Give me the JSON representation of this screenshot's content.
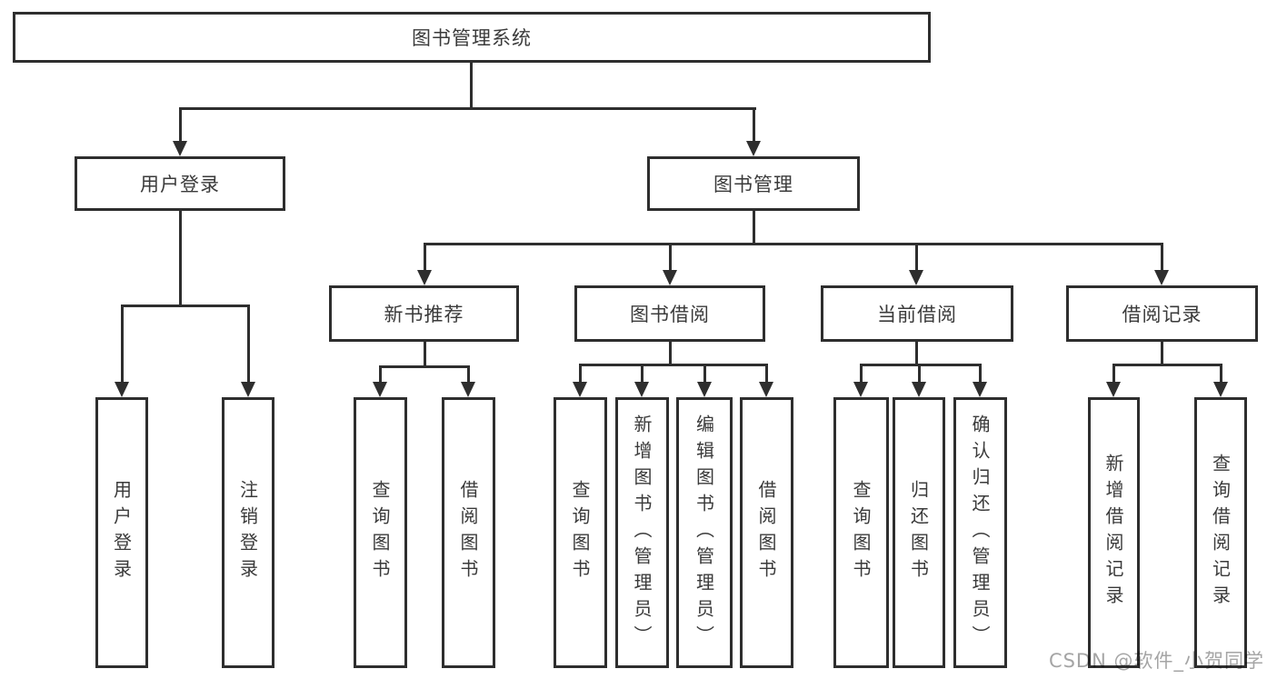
{
  "diagram": {
    "type": "hierarchy-tree",
    "colors": {
      "line": "#2e2e2e",
      "border": "#2e2e2e",
      "text": "#3a3a3a",
      "background": "#ffffff",
      "watermark": "#a5a5a5"
    }
  },
  "tree": {
    "root": {
      "label": "图书管理系统",
      "children": [
        {
          "label": "用户登录",
          "children": [
            {
              "label": "用户登录"
            },
            {
              "label": "注销登录"
            }
          ]
        },
        {
          "label": "图书管理",
          "children": [
            {
              "label": "新书推荐",
              "children": [
                {
                  "label": "查询图书"
                },
                {
                  "label": "借阅图书"
                }
              ]
            },
            {
              "label": "图书借阅",
              "children": [
                {
                  "label": "查询图书"
                },
                {
                  "label": "新增图书（管理员）"
                },
                {
                  "label": "编辑图书（管理员）"
                },
                {
                  "label": "借阅图书"
                }
              ]
            },
            {
              "label": "当前借阅",
              "children": [
                {
                  "label": "查询图书"
                },
                {
                  "label": "归还图书"
                },
                {
                  "label": "确认归还（管理员）"
                }
              ]
            },
            {
              "label": "借阅记录",
              "children": [
                {
                  "label": "新增借阅记录"
                },
                {
                  "label": "查询借阅记录"
                }
              ]
            }
          ]
        }
      ]
    }
  },
  "watermark": {
    "text": "CSDN @软件_小贺同学"
  }
}
